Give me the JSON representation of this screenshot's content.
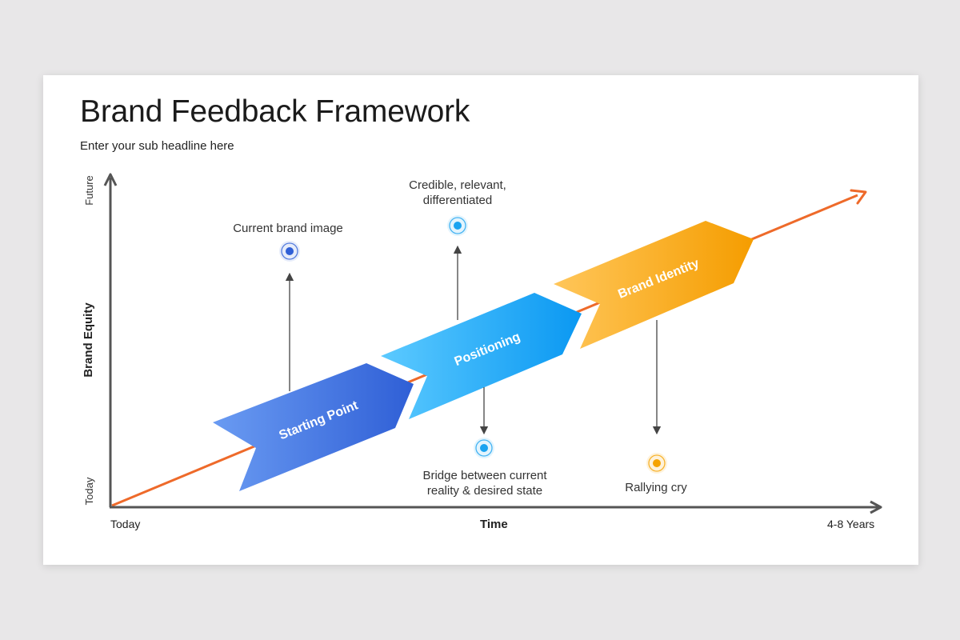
{
  "slide": {
    "title": "Brand Feedback Framework",
    "subtitle": "Enter your sub headline here"
  },
  "axes": {
    "y_label": "Brand Equity",
    "y_top": "Future",
    "y_bottom": "Today",
    "x_label": "Time",
    "x_left": "Today",
    "x_right": "4-8 Years"
  },
  "stages": [
    {
      "label": "Starting Point",
      "color_start": "#5b8def",
      "color_end": "#2f5fd6"
    },
    {
      "label": "Positioning",
      "color_start": "#4cc3ff",
      "color_end": "#0a98f2"
    },
    {
      "label": "Brand Identity",
      "color_start": "#ffc04a",
      "color_end": "#f59d00"
    }
  ],
  "callouts": [
    {
      "text_lines": [
        "Current brand image"
      ],
      "color": "#2f5fd6"
    },
    {
      "text_lines": [
        "Credible, relevant,",
        "differentiated"
      ],
      "color": "#1aa3f0"
    },
    {
      "text_lines": [
        "Bridge between current",
        "reality & desired state"
      ],
      "color": "#1aa3f0"
    },
    {
      "text_lines": [
        "Rallying cry"
      ],
      "color": "#f5a300"
    }
  ],
  "colors": {
    "trend_line": "#ee6a2a",
    "axis": "#555555"
  }
}
